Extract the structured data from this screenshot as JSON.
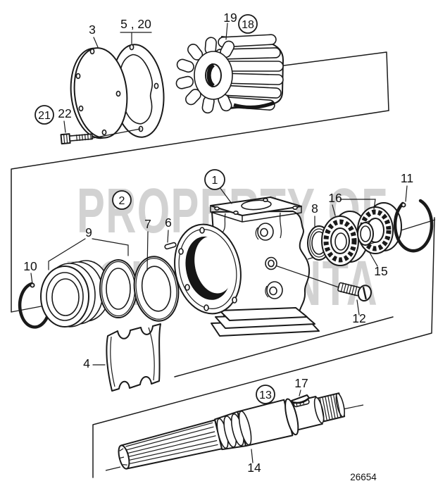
{
  "diagram": {
    "type": "exploded-parts-diagram",
    "subject": "sea water pump",
    "drawing_number": "26654",
    "watermark": {
      "line1": "PROPERTY OF",
      "line2": "VOLVO PENTA"
    },
    "callouts": {
      "n1": "1",
      "n2": "2",
      "n3": "3",
      "n4": "4",
      "n5_20": "5 , 20",
      "n6": "6",
      "n7": "7",
      "n8": "8",
      "n9": "9",
      "n10": "10",
      "n11": "11",
      "n12": "12",
      "n13": "13",
      "n14": "14",
      "n15": "15",
      "n16": "16",
      "n17": "17",
      "n18": "18",
      "n19": "19",
      "n21": "21",
      "n22": "22"
    },
    "circled_callouts": [
      "1",
      "2",
      "13",
      "18",
      "21"
    ],
    "colors": {
      "line": "#1a1a1a",
      "watermark": "#cbcbcb",
      "background": "#ffffff"
    }
  }
}
